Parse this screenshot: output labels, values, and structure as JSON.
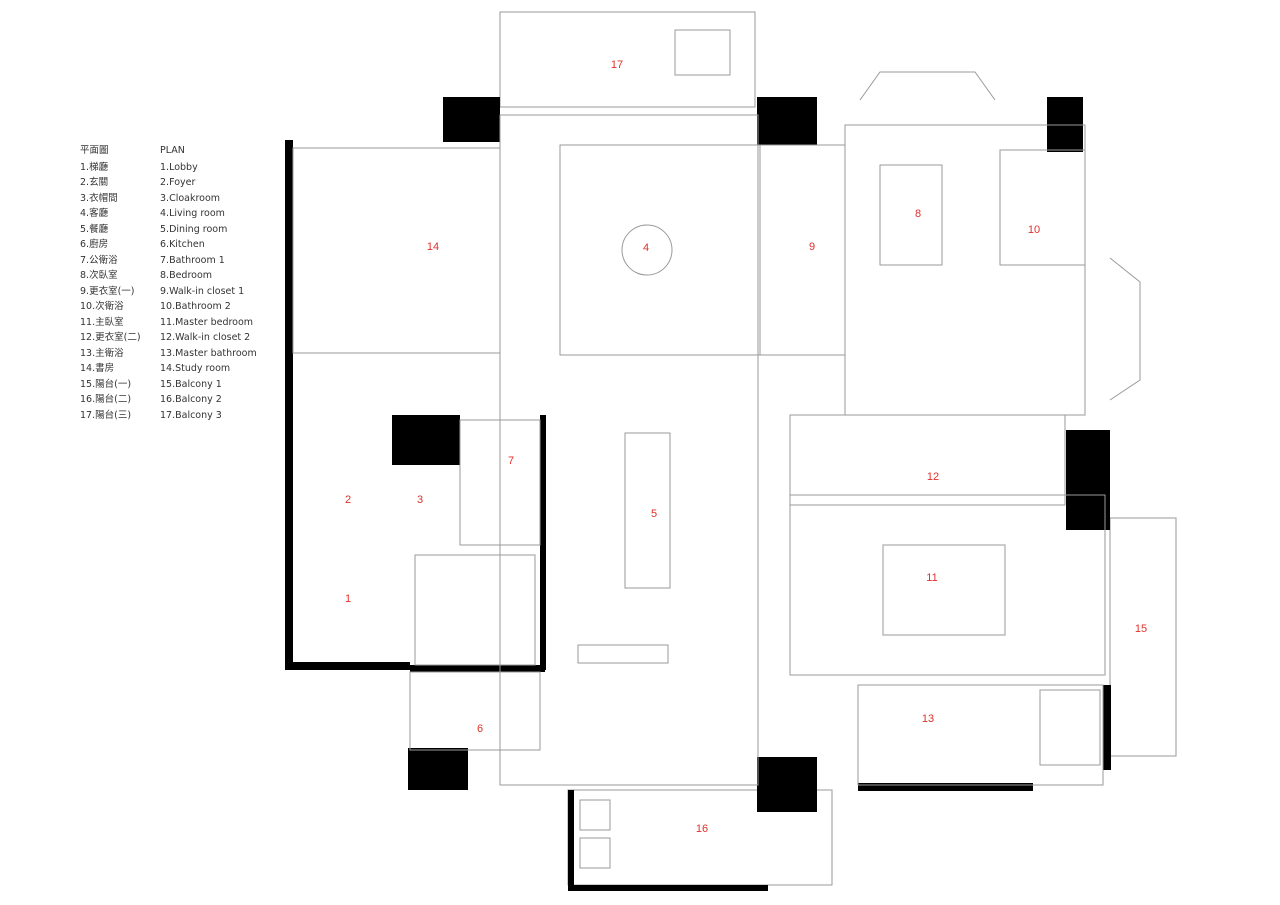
{
  "legend": {
    "zh_heading": "平面圖",
    "en_heading": "PLAN",
    "zh": [
      "1.梯廳",
      "2.玄關",
      "3.衣帽間",
      "4.客廳",
      "5.餐廳",
      "6.廚房",
      "7.公衛浴",
      "8.次臥室",
      "9.更衣室(一)",
      "10.次衛浴",
      "11.主臥室",
      "12.更衣室(二)",
      "13.主衛浴",
      "14.書房",
      "15.陽台(一)",
      "16.陽台(二)",
      "17.陽台(三)"
    ],
    "en": [
      "1.Lobby",
      "2.Foyer",
      "3.Cloakroom",
      "4.Living room",
      "5.Dining room",
      "6.Kitchen",
      "7.Bathroom 1",
      "8.Bedroom",
      "9.Walk-in closet 1",
      "10.Bathroom 2",
      "11.Master bedroom",
      "12.Walk-in closet 2",
      "13.Master bathroom",
      "14.Study room",
      "15.Balcony 1",
      "16.Balcony 2",
      "17.Balcony 3"
    ]
  },
  "room_numbers": [
    "1",
    "2",
    "3",
    "4",
    "5",
    "6",
    "7",
    "8",
    "9",
    "10",
    "11",
    "12",
    "13",
    "14",
    "15",
    "16",
    "17"
  ],
  "colors": {
    "wall": "#000000",
    "line": "#9a9a9a",
    "room_number": "#e0302a",
    "text": "#333333"
  }
}
